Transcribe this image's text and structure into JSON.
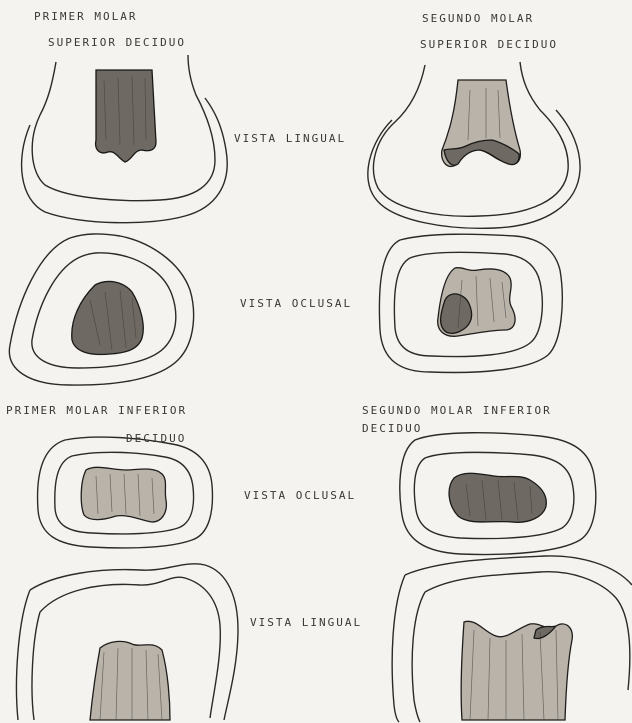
{
  "labels": {
    "top_left_line1": "PRIMER MOLAR",
    "top_left_line2": "SUPERIOR DECIDUO",
    "top_right_line1": "SEGUNDO MOLAR",
    "top_right_line2": "SUPERIOR DECIDUO",
    "vista_lingual_top": "VISTA LINGUAL",
    "vista_oclusal_top": "VISTA OCLUSAL",
    "bottom_left_line1": "PRIMER MOLAR INFERIOR",
    "bottom_left_line2": "DECIDUO",
    "bottom_right_line1": "SEGUNDO MOLAR INFERIOR",
    "bottom_right_line2": "DECIDUO",
    "vista_oclusal_bottom": "VISTA OCLUSAL",
    "vista_lingual_bottom": "VISTA LINGUAL"
  }
}
